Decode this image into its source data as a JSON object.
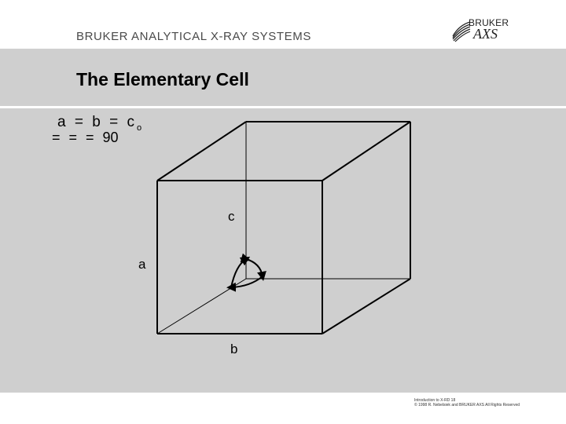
{
  "header": {
    "brand_line": "BRUKER ANALYTICAL X-RAY SYSTEMS",
    "logo_top": "BRUKER",
    "logo_bottom": "AXS"
  },
  "slide": {
    "title": "The Elementary Cell",
    "equation_lengths": "a = b = c",
    "equation_angles": "=   =   = 90",
    "degree_symbol": "o",
    "label_c": "c",
    "label_a": "a",
    "label_b": "b"
  },
  "footer": {
    "line1": "Introduction to X-RD 18",
    "line2": "© 1998 R. Nebelsiek and BRUKER AXS All Rights Reserved"
  },
  "colors": {
    "panel": "#cfcfcf",
    "ink": "#000000",
    "brand_text": "#4a4a4a"
  }
}
